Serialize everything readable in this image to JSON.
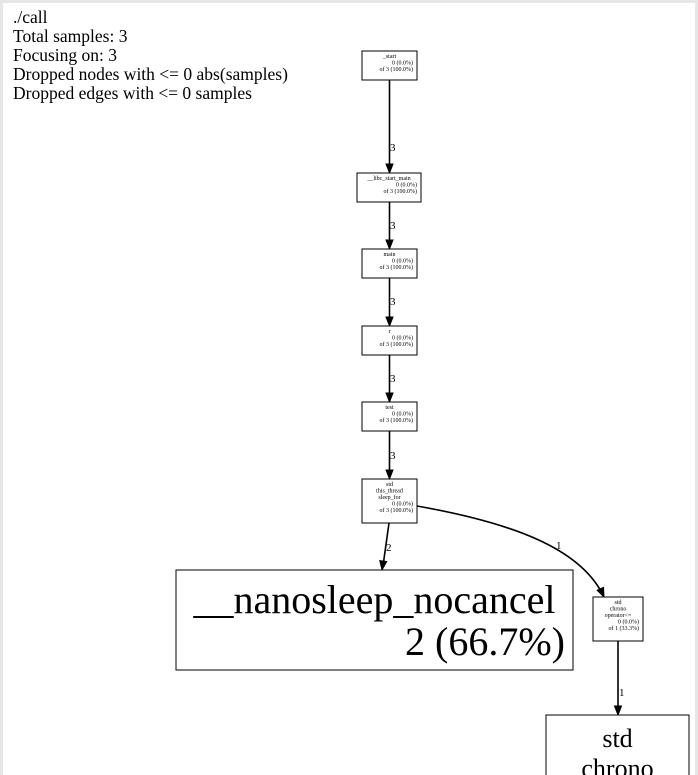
{
  "header": {
    "lines": [
      "./call",
      "Total samples: 3",
      "Focusing on: 3",
      "Dropped nodes with <= 0 abs(samples)",
      "Dropped edges with <= 0 samples"
    ]
  },
  "graph": {
    "nodes": [
      {
        "id": "start",
        "lines": [
          "_start",
          "0 (0.0%)",
          "of 3 (100.0%)"
        ]
      },
      {
        "id": "libc_start_main",
        "lines": [
          "__libc_start_main",
          "0 (0.0%)",
          "of 3 (100.0%)"
        ]
      },
      {
        "id": "main",
        "lines": [
          "main",
          "0 (0.0%)",
          "of 3 (100.0%)"
        ]
      },
      {
        "id": "r",
        "lines": [
          "r",
          "0 (0.0%)",
          "of 3 (100.0%)"
        ]
      },
      {
        "id": "test",
        "lines": [
          "test",
          "0 (0.0%)",
          "of 3 (100.0%)"
        ]
      },
      {
        "id": "sleep_for",
        "lines": [
          "std",
          "this_thread",
          "sleep_for",
          "0 (0.0%)",
          "of 3 (100.0%)"
        ]
      },
      {
        "id": "nanosleep",
        "lines": [
          "__nanosleep_nocancel",
          "2 (66.7%)"
        ]
      },
      {
        "id": "chrono_op",
        "lines": [
          "std",
          "chrono",
          "operator<=",
          "0 (0.0%)",
          "of 1 (33.3%)"
        ]
      },
      {
        "id": "chrono_leaf",
        "lines": [
          "std",
          "chrono"
        ]
      }
    ],
    "edges": [
      {
        "from": "start",
        "to": "libc_start_main",
        "label": "3"
      },
      {
        "from": "libc_start_main",
        "to": "main",
        "label": "3"
      },
      {
        "from": "main",
        "to": "r",
        "label": "3"
      },
      {
        "from": "r",
        "to": "test",
        "label": "3"
      },
      {
        "from": "test",
        "to": "sleep_for",
        "label": "3"
      },
      {
        "from": "sleep_for",
        "to": "nanosleep",
        "label": "2"
      },
      {
        "from": "sleep_for",
        "to": "chrono_op",
        "label": "1"
      },
      {
        "from": "chrono_op",
        "to": "chrono_leaf",
        "label": "1"
      }
    ]
  }
}
